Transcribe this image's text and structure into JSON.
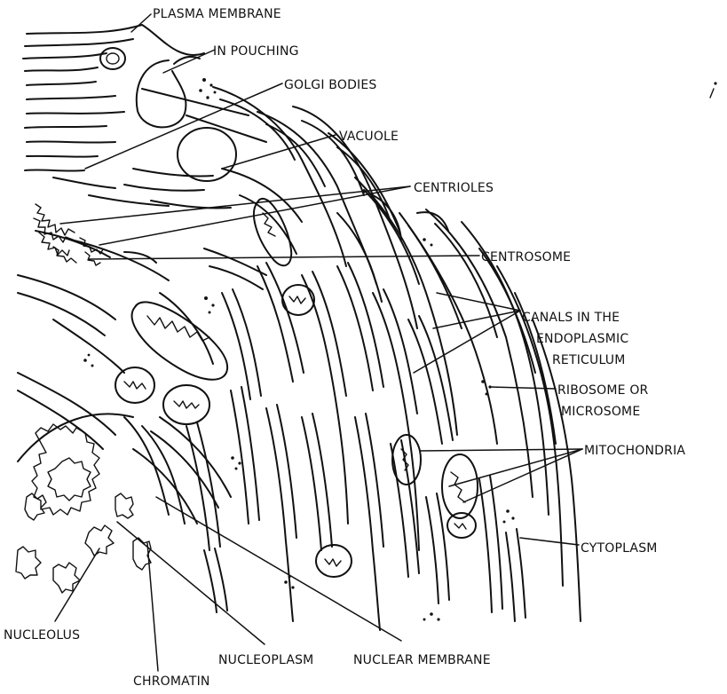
{
  "labels": {
    "plasma_membrane": "PLASMA MEMBRANE",
    "in_pouching": "IN POUCHING",
    "golgi_bodies": "GOLGI BODIES",
    "vacuole": "VACUOLE",
    "centrioles": "CENTRIOLES",
    "centrosome": "CENTROSOME",
    "canals_line1": "CANALS IN THE",
    "canals_line2": "ENDOPLASMIC",
    "canals_line3": "RETICULUM",
    "ribosome_line1": "RIBOSOME OR",
    "ribosome_line2": "MICROSOME",
    "mitochondria": "MITOCHONDRIA",
    "cytoplasm": "CYTOPLASM",
    "nucleolus": "NUCLEOLUS",
    "chromatin": "CHROMATIN",
    "nucleoplasm": "NUCLEOPLASM",
    "nuclear_membrane": "NUCLEAR MEMBRANE"
  },
  "colors": {
    "ink": "#111111",
    "paper": "#ffffff"
  }
}
